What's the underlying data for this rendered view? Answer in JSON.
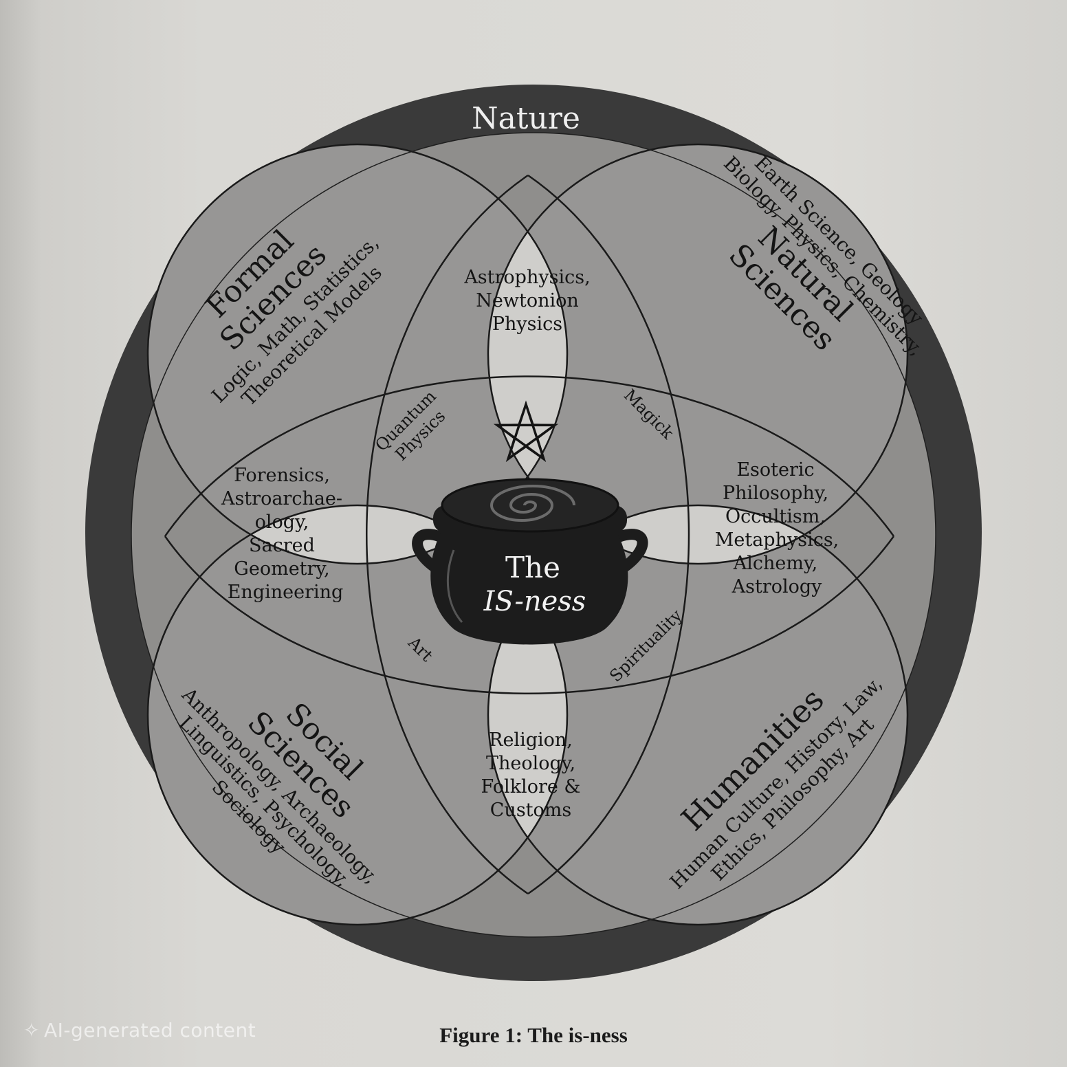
{
  "diagram": {
    "outer_label": "Nature",
    "formal": {
      "title_lines": [
        "Formal",
        "Sciences"
      ],
      "sub_lines": [
        "Logic, Math, Statistics,",
        "Theoretical Models"
      ]
    },
    "natural": {
      "title_lines": [
        "Natural",
        "Sciences"
      ],
      "sub_lines": [
        "Biology, Physics, Chemistry,",
        "Earth Science, Geology"
      ]
    },
    "social": {
      "title_lines": [
        "Social",
        "Sciences"
      ],
      "sub_lines": [
        "Anthropology, Archaeology,",
        "Linguistics, Psychology,",
        "Sociology"
      ]
    },
    "humanities": {
      "title_lines": [
        "Humanities"
      ],
      "sub_lines": [
        "Human Culture, History, Law,",
        "Ethics, Philosophy, Art"
      ]
    },
    "top_overlap": [
      "Astrophysics,",
      "Newtonion",
      "Physics"
    ],
    "left_overlap": [
      "Forensics,",
      "Astroarchae-",
      "ology,",
      "Sacred",
      "Geometry,",
      "Engineering"
    ],
    "right_overlap": [
      "Esoteric",
      "Philosophy,",
      "Occultism,",
      "Metaphysics,",
      "Alchemy,",
      "Astrology"
    ],
    "bottom_overlap": [
      "Religion,",
      "Theology,",
      "Folklore &",
      "Customs"
    ],
    "quantum": [
      "Quantum",
      "Physics"
    ],
    "magick": "Magick",
    "art": "Art",
    "spirituality": "Spirituality",
    "center": [
      "The",
      "IS-ness"
    ],
    "colors": {
      "outer_ring": "#3a3a3a",
      "petal_gray": "#939291",
      "lens_light": "#cfcecb",
      "center_light": "#e8e7e4",
      "cauldron": "#1c1c1c"
    }
  },
  "caption": "Figure 1: The is-ness",
  "watermark": "AI-generated content"
}
